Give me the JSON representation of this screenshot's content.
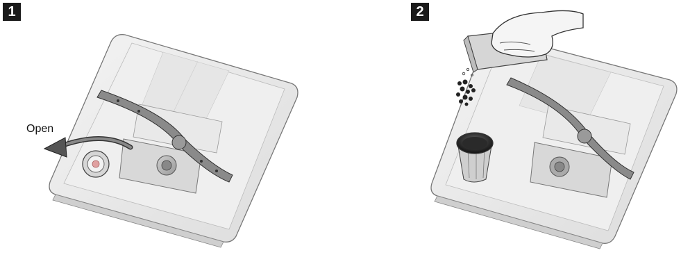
{
  "steps": [
    {
      "number": "1",
      "label": "Open"
    },
    {
      "number": "2"
    }
  ]
}
